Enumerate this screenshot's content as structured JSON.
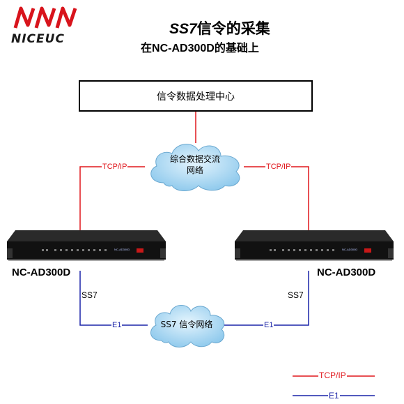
{
  "header": {
    "logo_text": "NICEUC",
    "title_ss7": "SS7",
    "title_rest": "信令的采集",
    "subtitle_pre": "在",
    "subtitle_device": "NC-AD300D",
    "subtitle_post": "的基础上"
  },
  "center": {
    "label": "信令数据处理中心"
  },
  "cloud_top": {
    "line1": "综合数据交流",
    "line2": "网络"
  },
  "cloud_bottom": {
    "label": "SS7 信令网络"
  },
  "devices": {
    "left_label": "NC-AD300D",
    "right_label": "NC-AD300D",
    "badge": "NC-AD300D"
  },
  "links": {
    "tcpip_left": "TCP/IP",
    "tcpip_right": "TCP/IP",
    "ss7_left": "SS7",
    "ss7_right": "SS7",
    "e1_left": "E1",
    "e1_right": "E1"
  },
  "legend": {
    "tcpip": "TCP/IP",
    "e1": "E1"
  },
  "colors": {
    "tcpip": "#e0161b",
    "e1": "#1a23a8",
    "logo": "#d8141c",
    "cloud": "#9fd2f0"
  }
}
